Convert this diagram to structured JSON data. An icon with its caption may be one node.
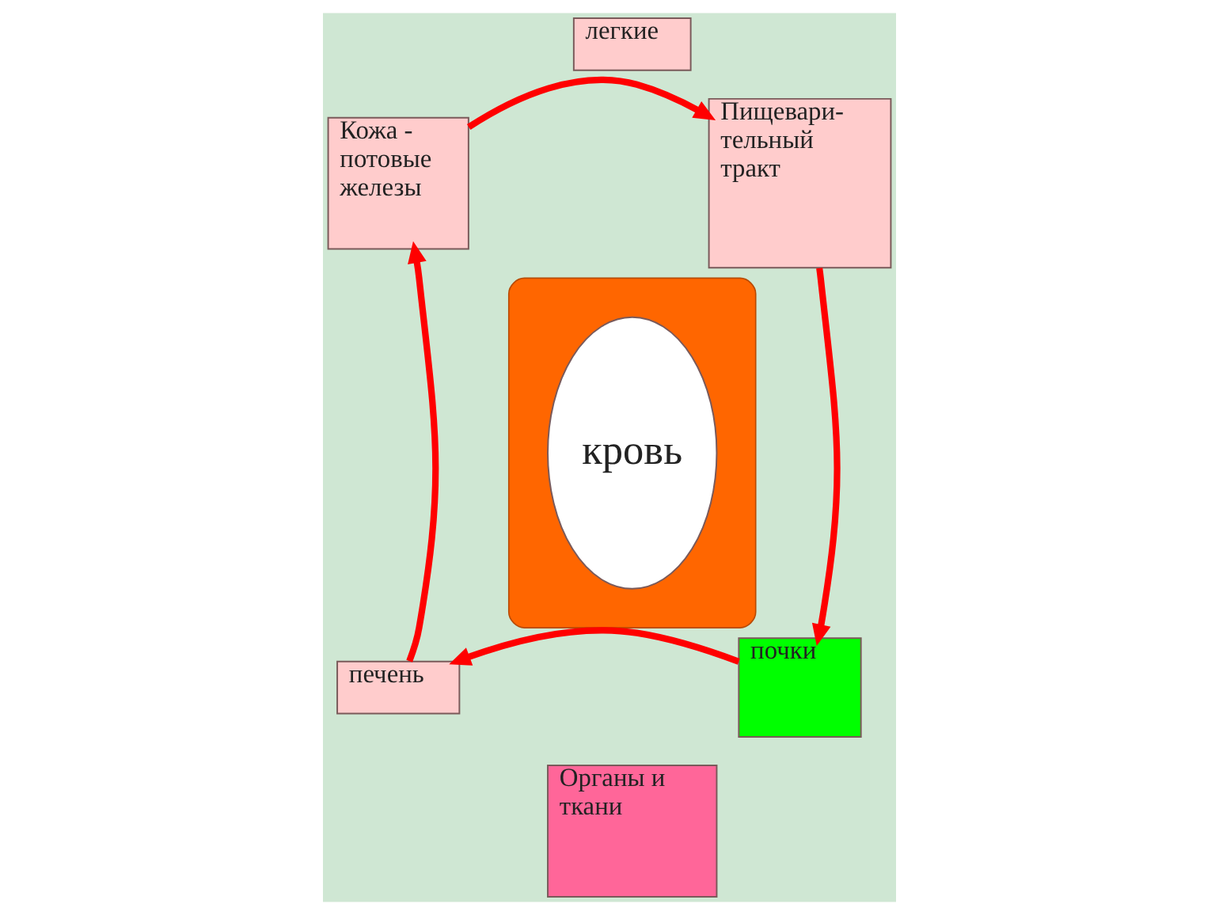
{
  "diagram": {
    "nodes": [
      {
        "text": [
          "легкие"
        ]
      },
      {
        "text": [
          "Кожа - потовые железы"
        ]
      },
      {
        "text": [
          "Пищевари- тельный тракт"
        ]
      },
      {
        "text": [],
        "shape": "ellipse"
      },
      {
        "text": [
          "кровь"
        ],
        "in": 3
      },
      {
        "text": [
          "печень"
        ]
      },
      {
        "text": [
          "почки"
        ]
      },
      {
        "text": [
          "Органы и ткани"
        ]
      }
    ],
    "edges": [
      {
        "from": 1,
        "to": 2,
        "arrow": "to"
      },
      {
        "from": 2,
        "to": 6,
        "arrow": "to"
      },
      {
        "from": 6,
        "to": 5,
        "arrow": "to"
      },
      {
        "from": 5,
        "to": 1,
        "arrow": "to"
      }
    ]
  }
}
